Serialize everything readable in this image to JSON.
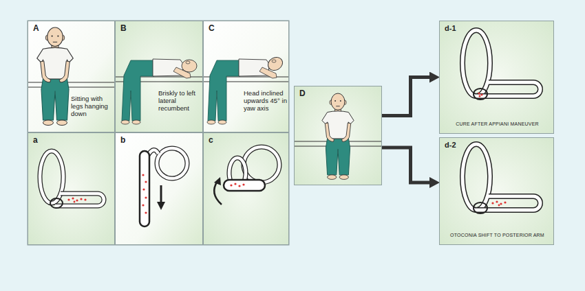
{
  "diagram": {
    "nodes": [
      {
        "text": [
          "A",
          "Sitting with legs hanging down"
        ]
      },
      {
        "text": [
          "B",
          "Briskly to left lateral recumbent"
        ]
      },
      {
        "text": [
          "C",
          "Head inclined upwards 45° in yaw axis"
        ]
      },
      {
        "text": [
          "a"
        ]
      },
      {
        "text": [
          "b"
        ]
      },
      {
        "text": [
          "c"
        ]
      },
      {
        "text": [
          "D"
        ]
      },
      {
        "text": [
          "d-1",
          "CURE AFTER APPIANI MANEUVER"
        ]
      },
      {
        "text": [
          "d-2",
          "OTOCONIA SHIFT TO POSTERIOR ARM"
        ]
      }
    ],
    "edges": [
      {
        "from": 6,
        "to": 7,
        "arrow": "to"
      },
      {
        "from": 6,
        "to": 8,
        "arrow": "to"
      }
    ]
  }
}
